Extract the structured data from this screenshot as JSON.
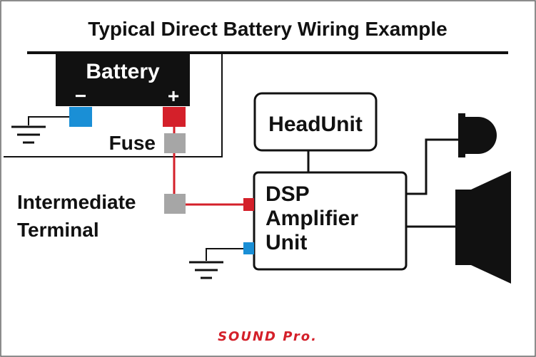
{
  "title": "Typical Direct Battery Wiring Example",
  "battery": {
    "label": "Battery",
    "negative": "−",
    "positive": "+"
  },
  "fuse": {
    "label": "Fuse"
  },
  "intermediate_terminal": {
    "line1": "Intermediate",
    "line2": "Terminal"
  },
  "head_unit": {
    "label": "HeadUnit"
  },
  "dsp_amp": {
    "line1": "DSP",
    "line2": "Amplifier",
    "line3": "Unit"
  },
  "logo": {
    "text": "SOUND Pro."
  },
  "colors": {
    "positive_terminal": "#d4202a",
    "negative_terminal": "#1a8fd6",
    "wire_power": "#d4202a",
    "fuse": "#a6a6a6",
    "battery_body": "#111111"
  },
  "icons": [
    "ground-icon",
    "tweeter-icon",
    "woofer-icon"
  ]
}
